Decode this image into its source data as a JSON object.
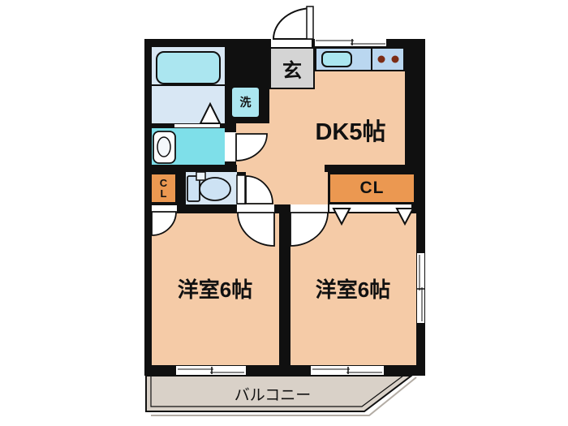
{
  "title": "apartment-floor-plan",
  "rooms": {
    "dining_kitchen": {
      "label": "DK5帖"
    },
    "bedroom_left": {
      "label": "洋室6帖"
    },
    "bedroom_right": {
      "label": "洋室6帖"
    },
    "balcony": {
      "label": "バルコニー"
    },
    "entrance": {
      "label": "玄"
    },
    "washer_space": {
      "label": "洗"
    },
    "closet_left": {
      "label_line1": "C",
      "label_line2": "L"
    },
    "closet_right": {
      "label": "CL"
    }
  },
  "colors": {
    "wall": "#101010",
    "floor": "#f5cba7",
    "closet_orange": "#eb9851",
    "bathroom_floor": "#d8e7f4",
    "washroom_floor": "#7edfe9",
    "fixture_cyan": "#abe6f0",
    "kitchen_counter": "#bad7f0",
    "entrance_gray": "#d4d4d4",
    "balcony_floor": "#d9d1c8",
    "toilet_fixture": "#cde2f4",
    "burner": "#7c2d15"
  }
}
